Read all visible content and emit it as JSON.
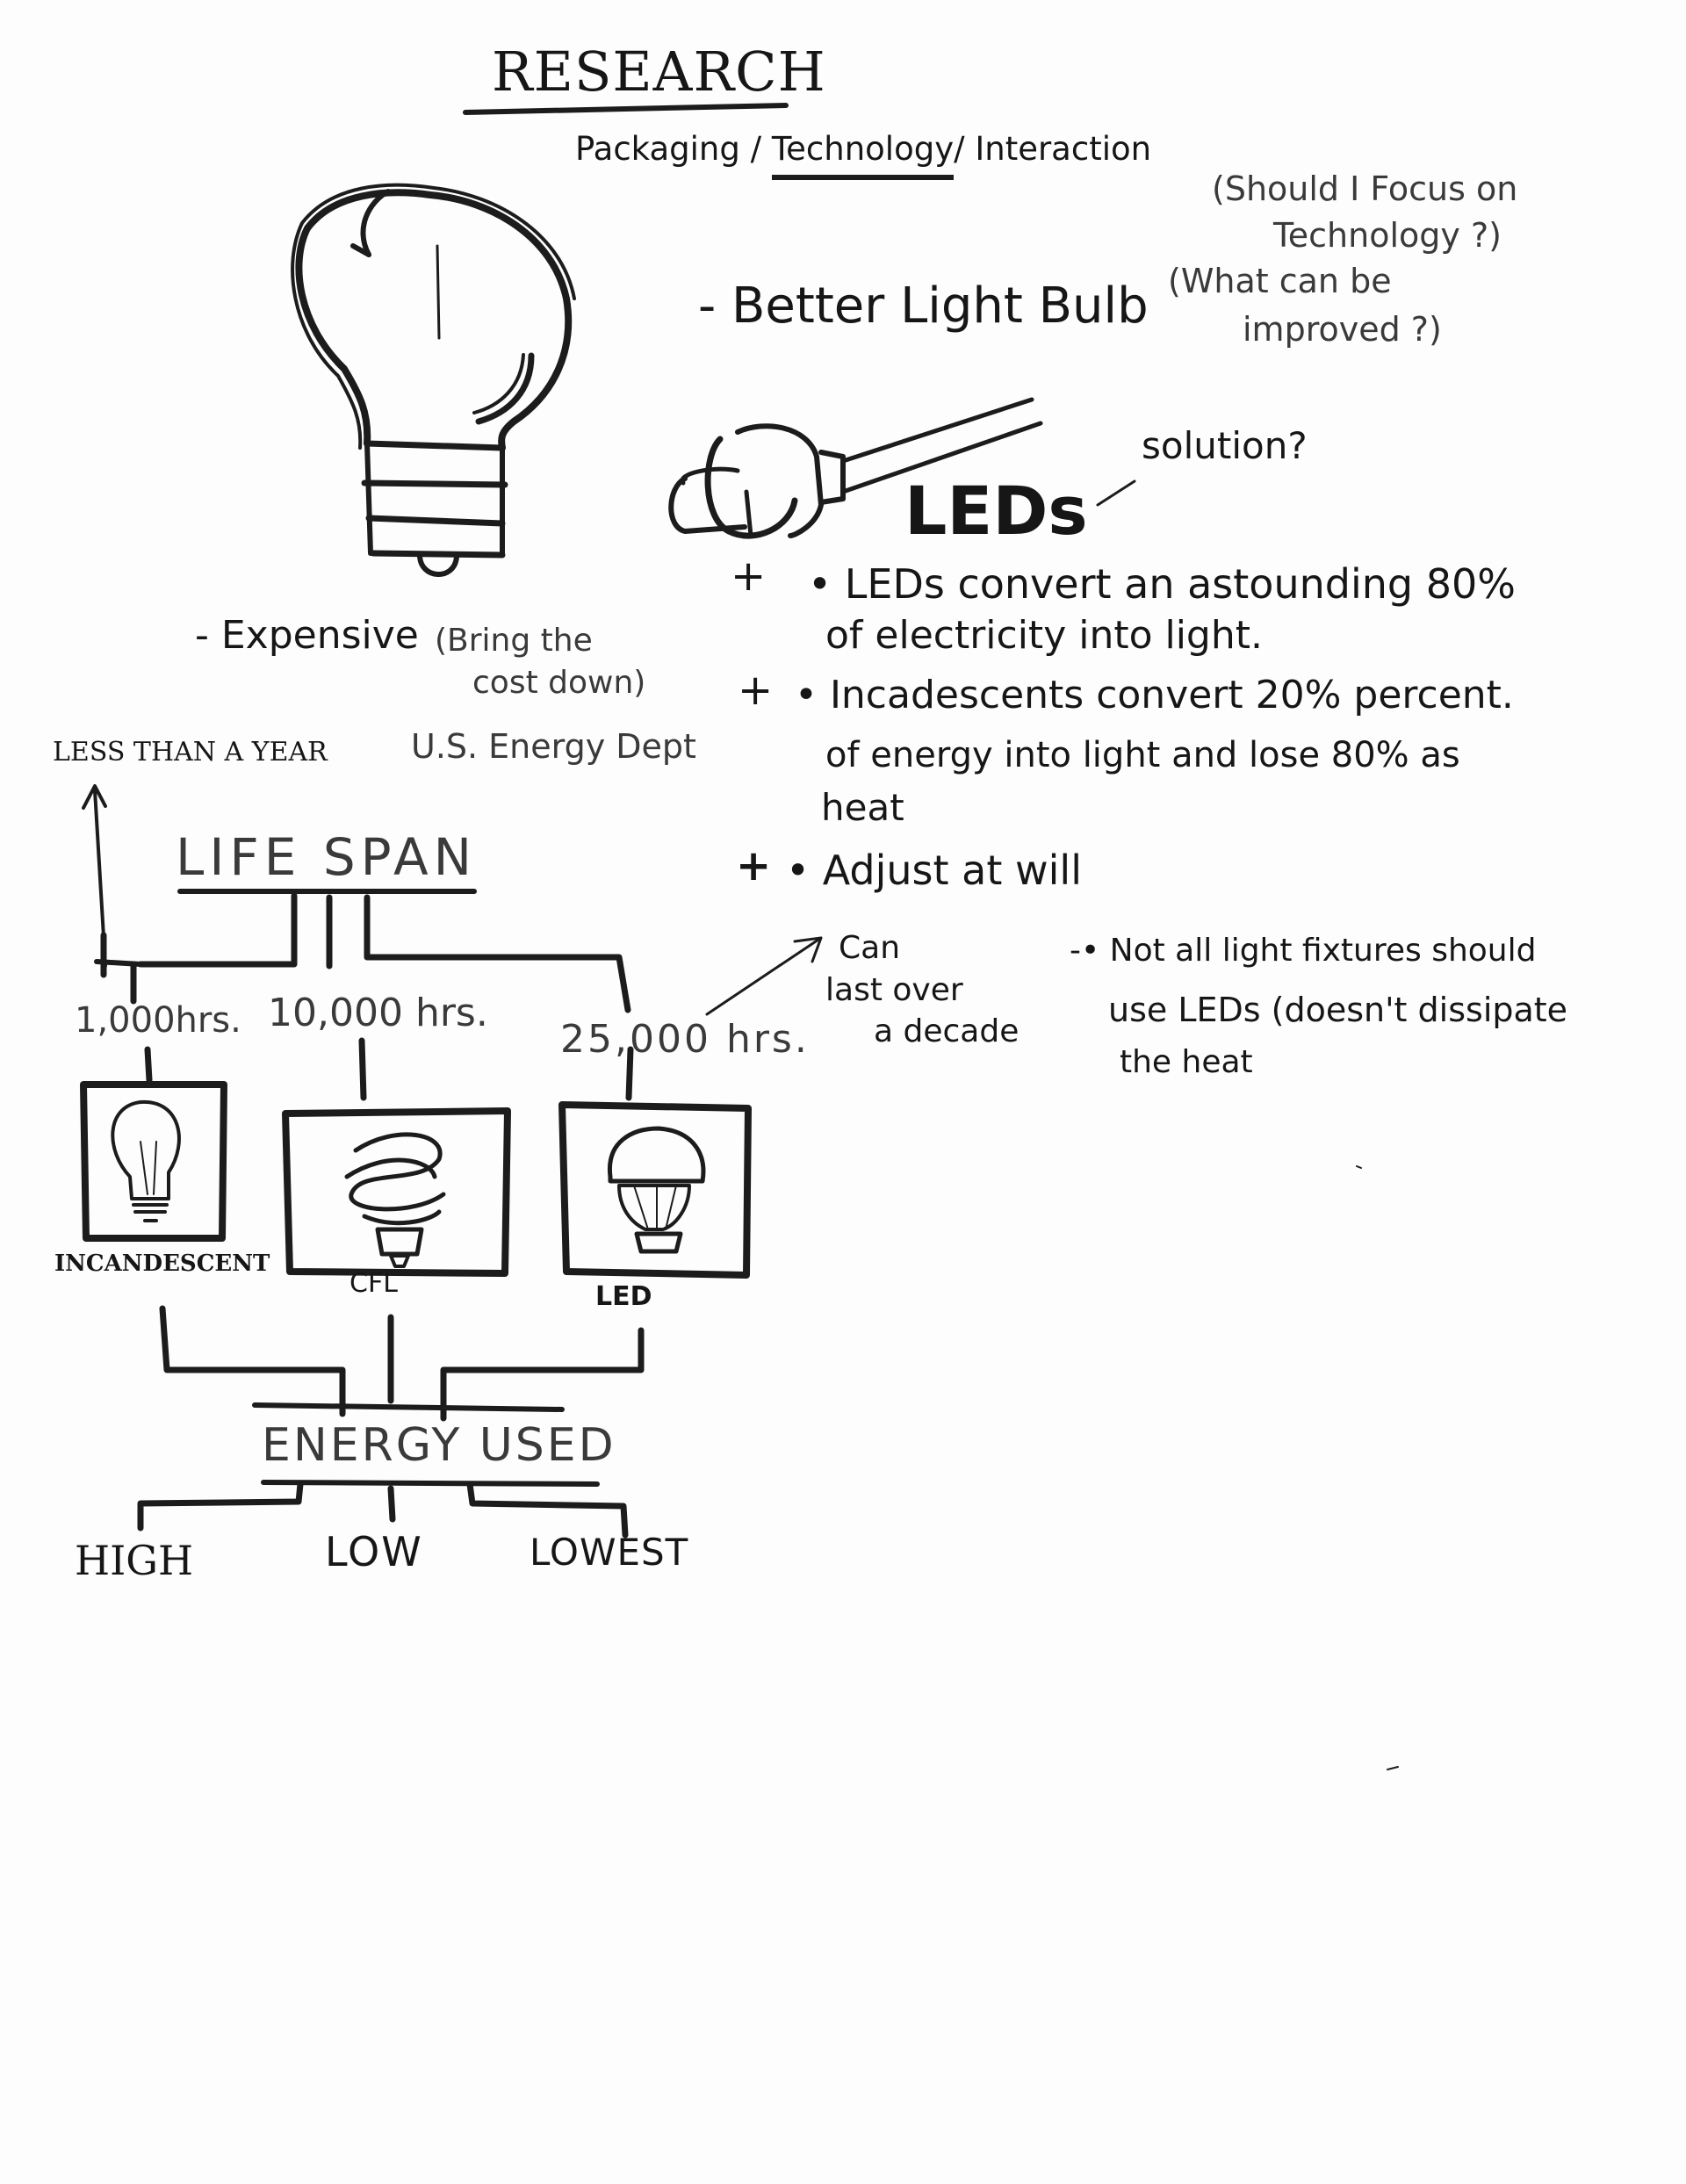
{
  "header": {
    "title": "RESEARCH",
    "subtitle": {
      "packaging": "Packaging",
      "sep1": "/",
      "technology": "Technology",
      "sep2": "/",
      "interaction": "Interaction"
    }
  },
  "questions": {
    "focus_line1": "(Should I Focus on",
    "focus_line2": "Technology ?)",
    "improve_line1": "(What can be",
    "improve_line2": "improved ?)"
  },
  "bulb_notes": {
    "better": "- Better Light Bulb",
    "expensive": "- Expensive",
    "cost_line1": "(Bring the",
    "cost_line2": "cost down)"
  },
  "leds": {
    "solution": "solution?",
    "heading": "LEDs",
    "points": [
      {
        "mark": "+",
        "line1": "• LEDs convert an astounding 80%",
        "line2": "of electricity into light."
      },
      {
        "mark": "+",
        "line1": "• Incadescents convert 20% percent.",
        "line2": "of energy into light and lose 80% as",
        "line3": "heat"
      },
      {
        "mark": "+",
        "line1": "• Adjust at will"
      }
    ],
    "minus_line1": "-• Not all light fixtures should",
    "minus_line2": "use LEDs (doesn't dissipate",
    "minus_line3": "the heat"
  },
  "lifespan": {
    "less_than_year": "LESS THAN A YEAR",
    "source": "U.S. Energy Dept",
    "title": "LIFE SPAN",
    "hours": [
      "1,000hrs.",
      "10,000 hrs.",
      "25,000 hrs."
    ],
    "decade_line1": "Can",
    "decade_line2": "last over",
    "decade_line3": "a decade",
    "types": [
      "INCANDESCENT",
      "CFL",
      "LED"
    ]
  },
  "energy": {
    "title": "ENERGY USED",
    "levels": [
      "HIGH",
      "LOW",
      "LOWEST"
    ]
  }
}
